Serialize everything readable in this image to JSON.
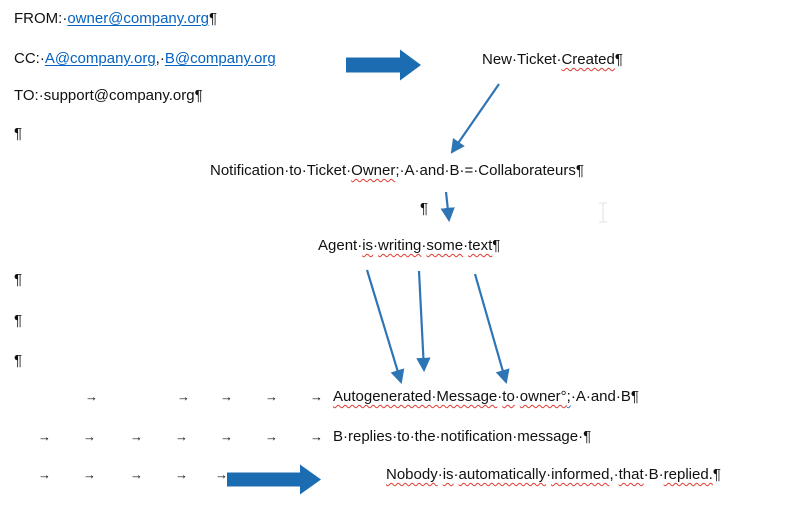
{
  "colors": {
    "link": "#0563C1",
    "big_arrow": "#1B6CB0",
    "thin_arrow": "#2E75B6",
    "squiggle_red": "#E03B30",
    "squiggle_blue": "#4472C4",
    "text": "#111111",
    "cursor": "#ECECEC"
  },
  "glyphs": {
    "pilcrow": "¶",
    "tab_arrow": "→"
  },
  "header": {
    "from_label": "FROM:·",
    "from_link": "owner@company.org",
    "cc_label": "CC:·",
    "cc_link_a": "A@company.org",
    "cc_separator": ",·",
    "cc_link_b": "B@company.org",
    "to_text": "TO:·support@company.org"
  },
  "flow": {
    "new_ticket_plain": "New·Ticket·",
    "new_ticket_flagged": "Created",
    "notification_pre": "Notification·to·Ticket·",
    "notification_flagged": "Owner",
    "notification_post": ";·A·and·B·=·Collaborateurs",
    "agent": {
      "w0": "Agent·",
      "w1": "is",
      "d1": "·",
      "w2": "writing",
      "d2": "·",
      "w3": "some",
      "d3": "·",
      "w4": "text"
    },
    "auto": {
      "s0": "Autogenerated·Message",
      "d0": "·",
      "s1": "to",
      "d1": "·",
      "s2": "owner°",
      "s3": ";",
      "s4": "·A·and·B"
    },
    "b_replies": "B·replies·to·the·notification·message·",
    "nobody": {
      "w0": "Nobody",
      "d0": "·",
      "w1": "is",
      "d1": "·",
      "w2": "automatically",
      "d2": "·",
      "w3": "informed",
      "d3": ",·",
      "w4": "that",
      "d4": "·B·",
      "w5": "replied."
    }
  }
}
